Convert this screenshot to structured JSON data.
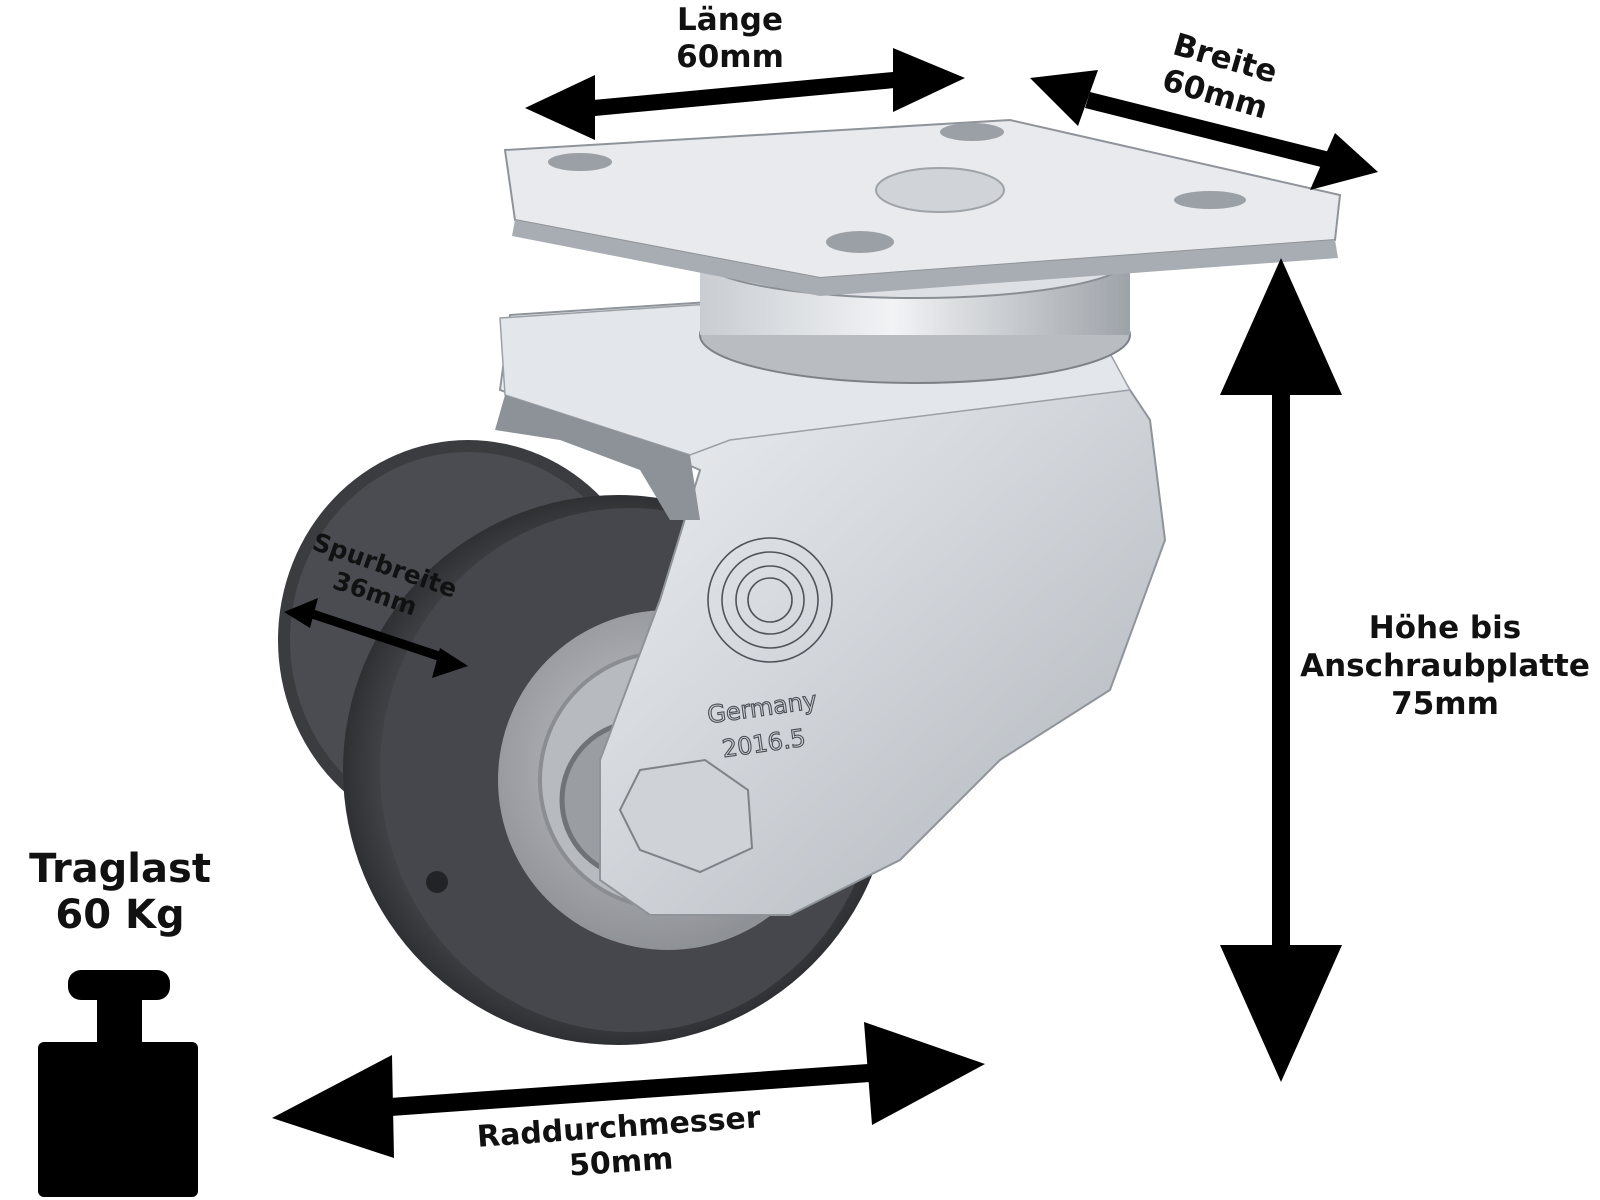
{
  "dimensions": {
    "length": {
      "label": "Länge",
      "value": "60mm"
    },
    "width": {
      "label": "Breite",
      "value": "60mm"
    },
    "track_width": {
      "label": "Spurbreite",
      "value": "36mm"
    },
    "height": {
      "label_line1": "Höhe bis",
      "label_line2": "Anschraubplatte",
      "value": "75mm"
    },
    "load_capacity": {
      "label": "Traglast",
      "value": "60 Kg"
    },
    "wheel_diameter": {
      "label": "Raddurchmesser",
      "value": "50mm"
    }
  },
  "engraving": {
    "country": "Germany",
    "code": "2016.5"
  },
  "icons": [
    "weight-icon",
    "length-arrow-icon",
    "width-arrow-icon",
    "track-width-arrow-icon",
    "height-arrow-icon",
    "wheel-diameter-arrow-icon"
  ],
  "colors": {
    "arrow": "#000000",
    "text": "#111111",
    "metal": "#d9dde2",
    "tyre": "#4b4d52",
    "hub": "#a9acb1"
  }
}
